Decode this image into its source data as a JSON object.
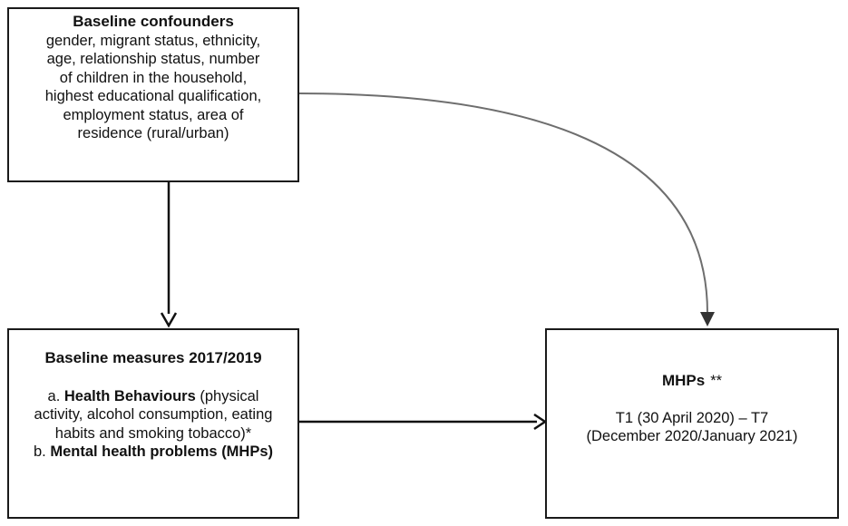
{
  "confounders": {
    "title": "Baseline confounders",
    "lines": [
      "gender, migrant status, ethnicity,",
      "age, relationship status, number",
      "of children in the household,",
      "highest educational qualification,",
      "employment status, area of",
      "residence (rural/urban)"
    ]
  },
  "baseline": {
    "title": "Baseline measures 2017/2019",
    "item_a_prefix": "a. ",
    "item_a_bold": "Health Behaviours",
    "item_a_rest_1": " (physical",
    "item_a_line2": "activity, alcohol consumption, eating",
    "item_a_line3": "habits and smoking tobacco)*",
    "item_b_prefix": "b. ",
    "item_b_bold": "Mental health problems (MHPs)"
  },
  "outcome": {
    "title": "MHPs",
    "mark": "**",
    "line1": "T1 (30 April 2020) – T7",
    "line2": "(December 2020/January 2021)"
  },
  "colors": {
    "box_border": "#1a1a1a",
    "arrow_dark": "#111111",
    "arrow_curve": "#6e6e6e"
  }
}
